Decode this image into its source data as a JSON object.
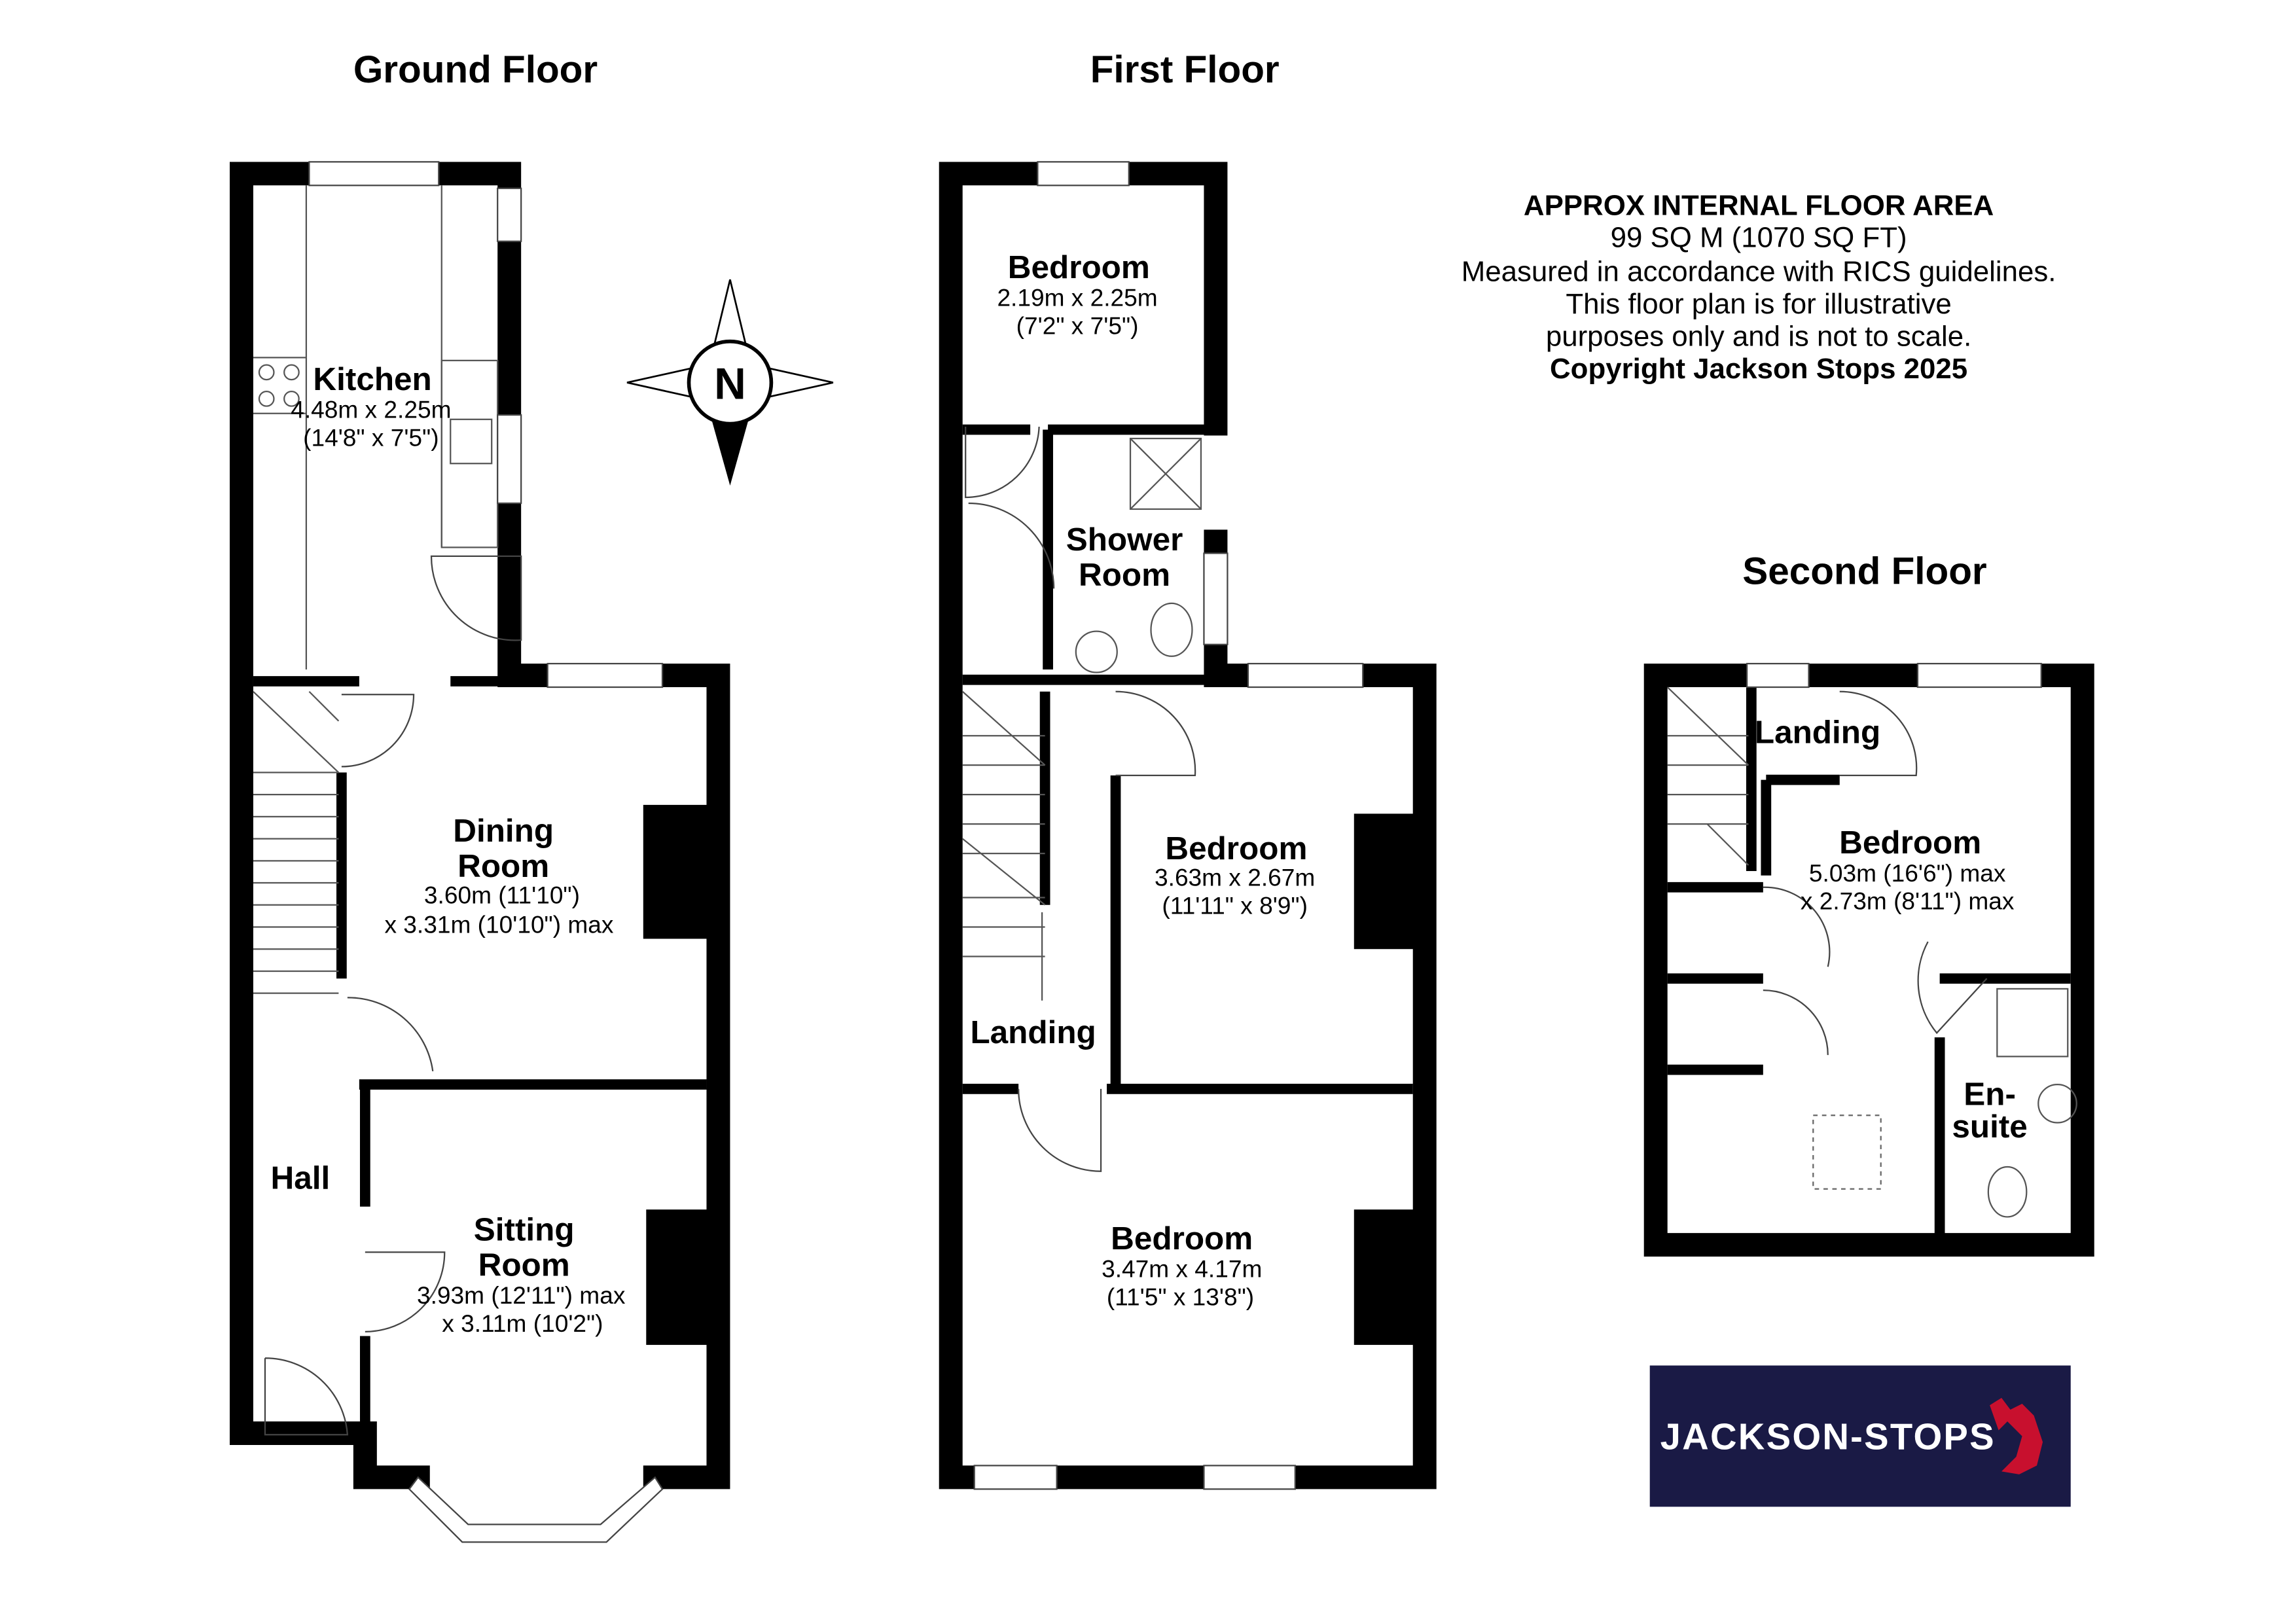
{
  "floors": {
    "ground": {
      "title": "Ground Floor",
      "kitchen": {
        "name": "Kitchen",
        "metric": "4.48m x 2.25m",
        "imperial": "(14'8\" x 7'5\")"
      },
      "dining": {
        "name1": "Dining",
        "name2": "Room",
        "metric": "3.60m (11'10\")",
        "imperial": "x 3.31m (10'10\") max"
      },
      "hall": {
        "name": "Hall"
      },
      "sitting": {
        "name1": "Sitting",
        "name2": "Room",
        "metric": "3.93m (12'11\") max",
        "imperial": "x 3.11m (10'2\")"
      }
    },
    "first": {
      "title": "First Floor",
      "bedroom_rear": {
        "name": "Bedroom",
        "metric": "2.19m x 2.25m",
        "imperial": "(7'2\" x 7'5\")"
      },
      "shower": {
        "name1": "Shower",
        "name2": "Room"
      },
      "bedroom_mid": {
        "name": "Bedroom",
        "metric": "3.63m x 2.67m",
        "imperial": "(11'11\" x 8'9\")"
      },
      "landing": {
        "name": "Landing"
      },
      "bedroom_front": {
        "name": "Bedroom",
        "metric": "3.47m x 4.17m",
        "imperial": "(11'5\" x 13'8\")"
      }
    },
    "second": {
      "title": "Second Floor",
      "landing": {
        "name": "Landing"
      },
      "bedroom": {
        "name": "Bedroom",
        "metric": "5.03m (16'6\") max",
        "imperial": "x 2.73m (8'11\") max"
      },
      "ensuite": {
        "name1": "En-",
        "name2": "suite"
      }
    }
  },
  "compass": {
    "label": "N"
  },
  "info": {
    "heading": "APPROX INTERNAL FLOOR AREA",
    "area": "99 SQ M (1070 SQ FT)",
    "line1": "Measured in accordance with RICS guidelines.",
    "line2": "This floor plan is for illustrative",
    "line3": "purposes only and is not to scale.",
    "copyright": "Copyright Jackson Stops 2025"
  },
  "logo": {
    "text": "JACKSON-STOPS",
    "bg": "#1a1a45",
    "accent": "#c8102e"
  }
}
